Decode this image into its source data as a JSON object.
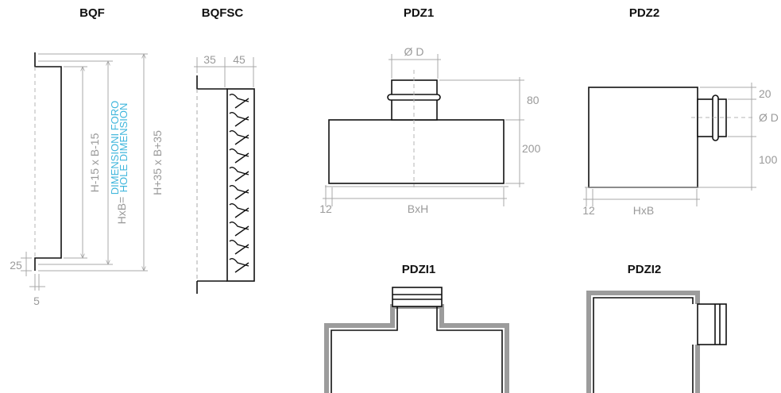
{
  "titles": {
    "bqf": "BQF",
    "bqfsc": "BQFSC",
    "pdz1": "PDZ1",
    "pdz2": "PDZ2",
    "pdzi1": "PDZI1",
    "pdzi2": "PDZI2"
  },
  "bqf": {
    "dim_inner": "H-15  x B-15",
    "dim_hole_it": "DIMENSIONI FORO",
    "dim_hole_en": "HOLE DIMENSION",
    "dim_hole_expr": "HxB=",
    "dim_outer": "H+35  x B+35",
    "dim_25": "25",
    "dim_5": "5"
  },
  "bqfsc": {
    "dim_35": "35",
    "dim_45": "45"
  },
  "pdz1": {
    "dim_diameter": "Ø D",
    "dim_80": "80",
    "dim_200": "200",
    "dim_12": "12",
    "dim_bxh": "BxH"
  },
  "pdz2": {
    "dim_20": "20",
    "dim_diameter": "Ø D",
    "dim_100": "100",
    "dim_12": "12",
    "dim_hxb": "HxB"
  },
  "colors": {
    "outline": "#111111",
    "dimension": "#9a9a9a",
    "hole_label": "#3fb6dc",
    "wall": "#9c9c9c"
  }
}
